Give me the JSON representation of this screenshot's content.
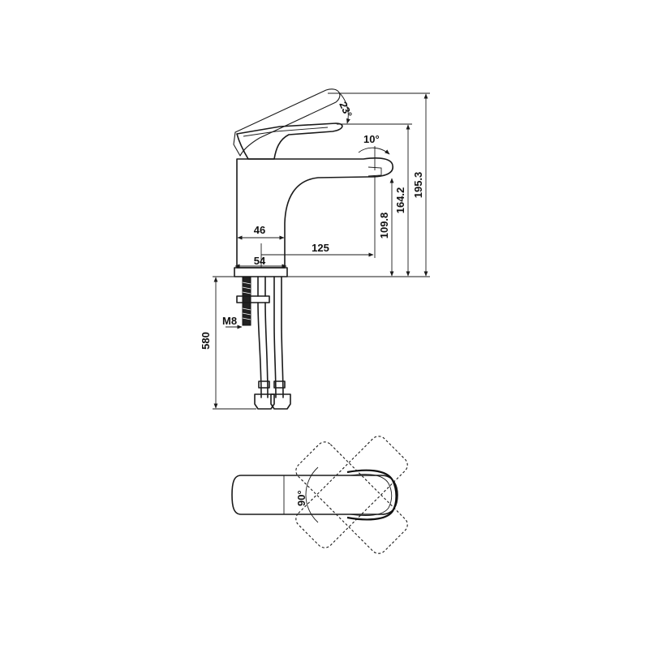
{
  "dimensions": {
    "handle_angle": "23°",
    "spout_angle": "10°",
    "total_height": "195.3",
    "handle_height": "164.2",
    "spout_height": "109.8",
    "body_width": "46",
    "spout_reach": "125",
    "base_diameter": "54",
    "hose_length": "580",
    "thread": "M8",
    "rotation_angle": "90°"
  }
}
